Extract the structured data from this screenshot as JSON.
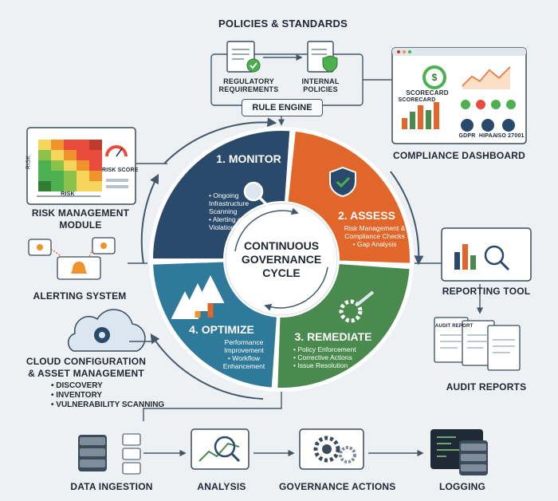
{
  "header": {
    "title": "POLICIES & STANDARDS"
  },
  "policies": [
    {
      "label": "REGULATORY REQUIREMENTS",
      "line1": "REGULATORY",
      "line2": "REQUIREMENTS"
    },
    {
      "label": "INTERNAL POLICIES",
      "line1": "INTERNAL",
      "line2": "POLICIES"
    }
  ],
  "rule_engine": "RULE ENGINE",
  "cycle": {
    "center_line1": "CONTINUOUS",
    "center_line2": "GOVERNANCE",
    "center_line3": "CYCLE",
    "segments": [
      {
        "title": "1. MONITOR",
        "color": "#2a4a6b",
        "bullets": [
          "• Ongoing",
          "Infrastructure",
          "Scanning",
          "• Alerting on",
          "Violations"
        ]
      },
      {
        "title": "2. ASSESS",
        "color": "#e0662a",
        "bullets": [
          "Risk Management &",
          "Compliance Checks",
          "• Gap Analysis"
        ]
      },
      {
        "title": "3. REMEDIATE",
        "color": "#4a8a4e",
        "bullets": [
          "• Policy Enforcement",
          "• Corrective Actions",
          "• Issue Resolution"
        ]
      },
      {
        "title": "4. OPTIMIZE",
        "color": "#2f7a9a",
        "bullets": [
          "Performance",
          "Improvement",
          "• Workflow",
          "Enhancement"
        ]
      }
    ]
  },
  "compliance_dashboard": {
    "label": "COMPLIANCE DASHBOARD",
    "scorecard_a": "SCORECARD",
    "scorecard_b": "SCORECARD",
    "badges": [
      "GDPR",
      "HIPAA",
      "ISO 27001"
    ]
  },
  "risk_module": {
    "line1": "RISK MANAGEMENT",
    "line2": "MODULE",
    "risk_score": "RISK SCORE",
    "axis_y": "RISK",
    "axis_x": "RISK"
  },
  "alerting": {
    "label": "ALERTING SYSTEM"
  },
  "cloud": {
    "line1": "CLOUD CONFIGURATION",
    "line2": "& ASSET MANAGEMENT",
    "items": [
      "• DISCOVERY",
      "• INVENTORY",
      "• VULNERABILITY SCANNING"
    ]
  },
  "reporting": {
    "label": "REPORTING TOOL"
  },
  "audit": {
    "label": "AUDIT REPORTS",
    "doc_label": "AUDIT REPORT"
  },
  "pipeline": [
    {
      "label": "DATA INGESTION"
    },
    {
      "label": "ANALYSIS"
    },
    {
      "label": "GOVERNANCE ACTIONS"
    },
    {
      "label": "LOGGING"
    }
  ],
  "colors": {
    "navy": "#2a4a6b",
    "orange": "#e0662a",
    "green": "#4a8a4e",
    "teal": "#2f7a9a",
    "check_green": "#4caf50",
    "alert_orange": "#f0932b"
  }
}
